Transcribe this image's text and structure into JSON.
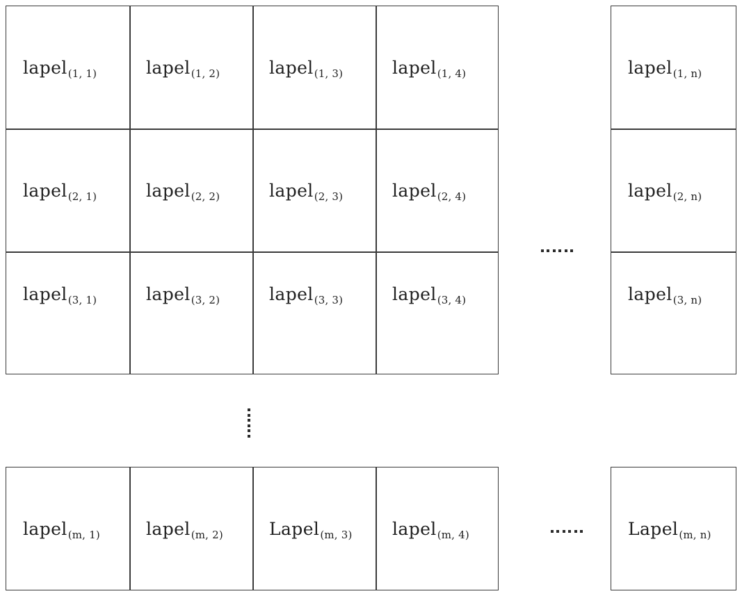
{
  "diagram": {
    "title": "Label matrix grid",
    "background_color": "#ffffff",
    "cell_border_color": "#3a3a3a",
    "text_color": "#202020",
    "dot_color": "#2b2b2b"
  },
  "grid": {
    "row_indices": [
      "1",
      "2",
      "3"
    ],
    "column_indices": [
      "1",
      "2",
      "3",
      "4"
    ],
    "last_row_index": "m",
    "last_column_index": "n",
    "main_block": {
      "rows": [
        {
          "row_index": "1",
          "cells": [
            {
              "base": "lapel",
              "sub": "(1, 1)"
            },
            {
              "base": "lapel",
              "sub": "(1, 2)"
            },
            {
              "base": "lapel",
              "sub": "(1, 3)"
            },
            {
              "base": "lapel",
              "sub": "(1, 4)"
            }
          ],
          "last_cell": {
            "base": "lapel",
            "sub": "(1, n)"
          }
        },
        {
          "row_index": "2",
          "cells": [
            {
              "base": "lapel",
              "sub": "(2, 1)"
            },
            {
              "base": "lapel",
              "sub": "(2, 2)"
            },
            {
              "base": "lapel",
              "sub": "(2, 3)"
            },
            {
              "base": "lapel",
              "sub": "(2, 4)"
            }
          ],
          "last_cell": {
            "base": "lapel",
            "sub": "(2, n)"
          }
        },
        {
          "row_index": "3",
          "cells": [
            {
              "base": "lapel",
              "sub": "(3, 1)"
            },
            {
              "base": "lapel",
              "sub": "(3, 2)"
            },
            {
              "base": "lapel",
              "sub": "(3, 3)"
            },
            {
              "base": "lapel",
              "sub": "(3, 4)"
            }
          ],
          "last_cell": {
            "base": "lapel",
            "sub": "(3, n)"
          }
        }
      ]
    },
    "last_row": {
      "row_index": "m",
      "cells": [
        {
          "base": "lapel",
          "sub": "(m, 1)"
        },
        {
          "base": "lapel",
          "sub": "(m, 2)"
        },
        {
          "base": "Lapel",
          "sub": "(m, 3)"
        },
        {
          "base": "lapel",
          "sub": "(m, 4)"
        }
      ],
      "last_cell": {
        "base": "Lapel",
        "sub": "(m, n)"
      }
    }
  },
  "ellipses": {
    "horizontal_top": {
      "glyph": "......",
      "dot_count": 6
    },
    "horizontal_bottom": {
      "glyph": "......",
      "dot_count": 6
    },
    "vertical_middle": {
      "glyph": "⋮",
      "dot_count": 6
    }
  }
}
